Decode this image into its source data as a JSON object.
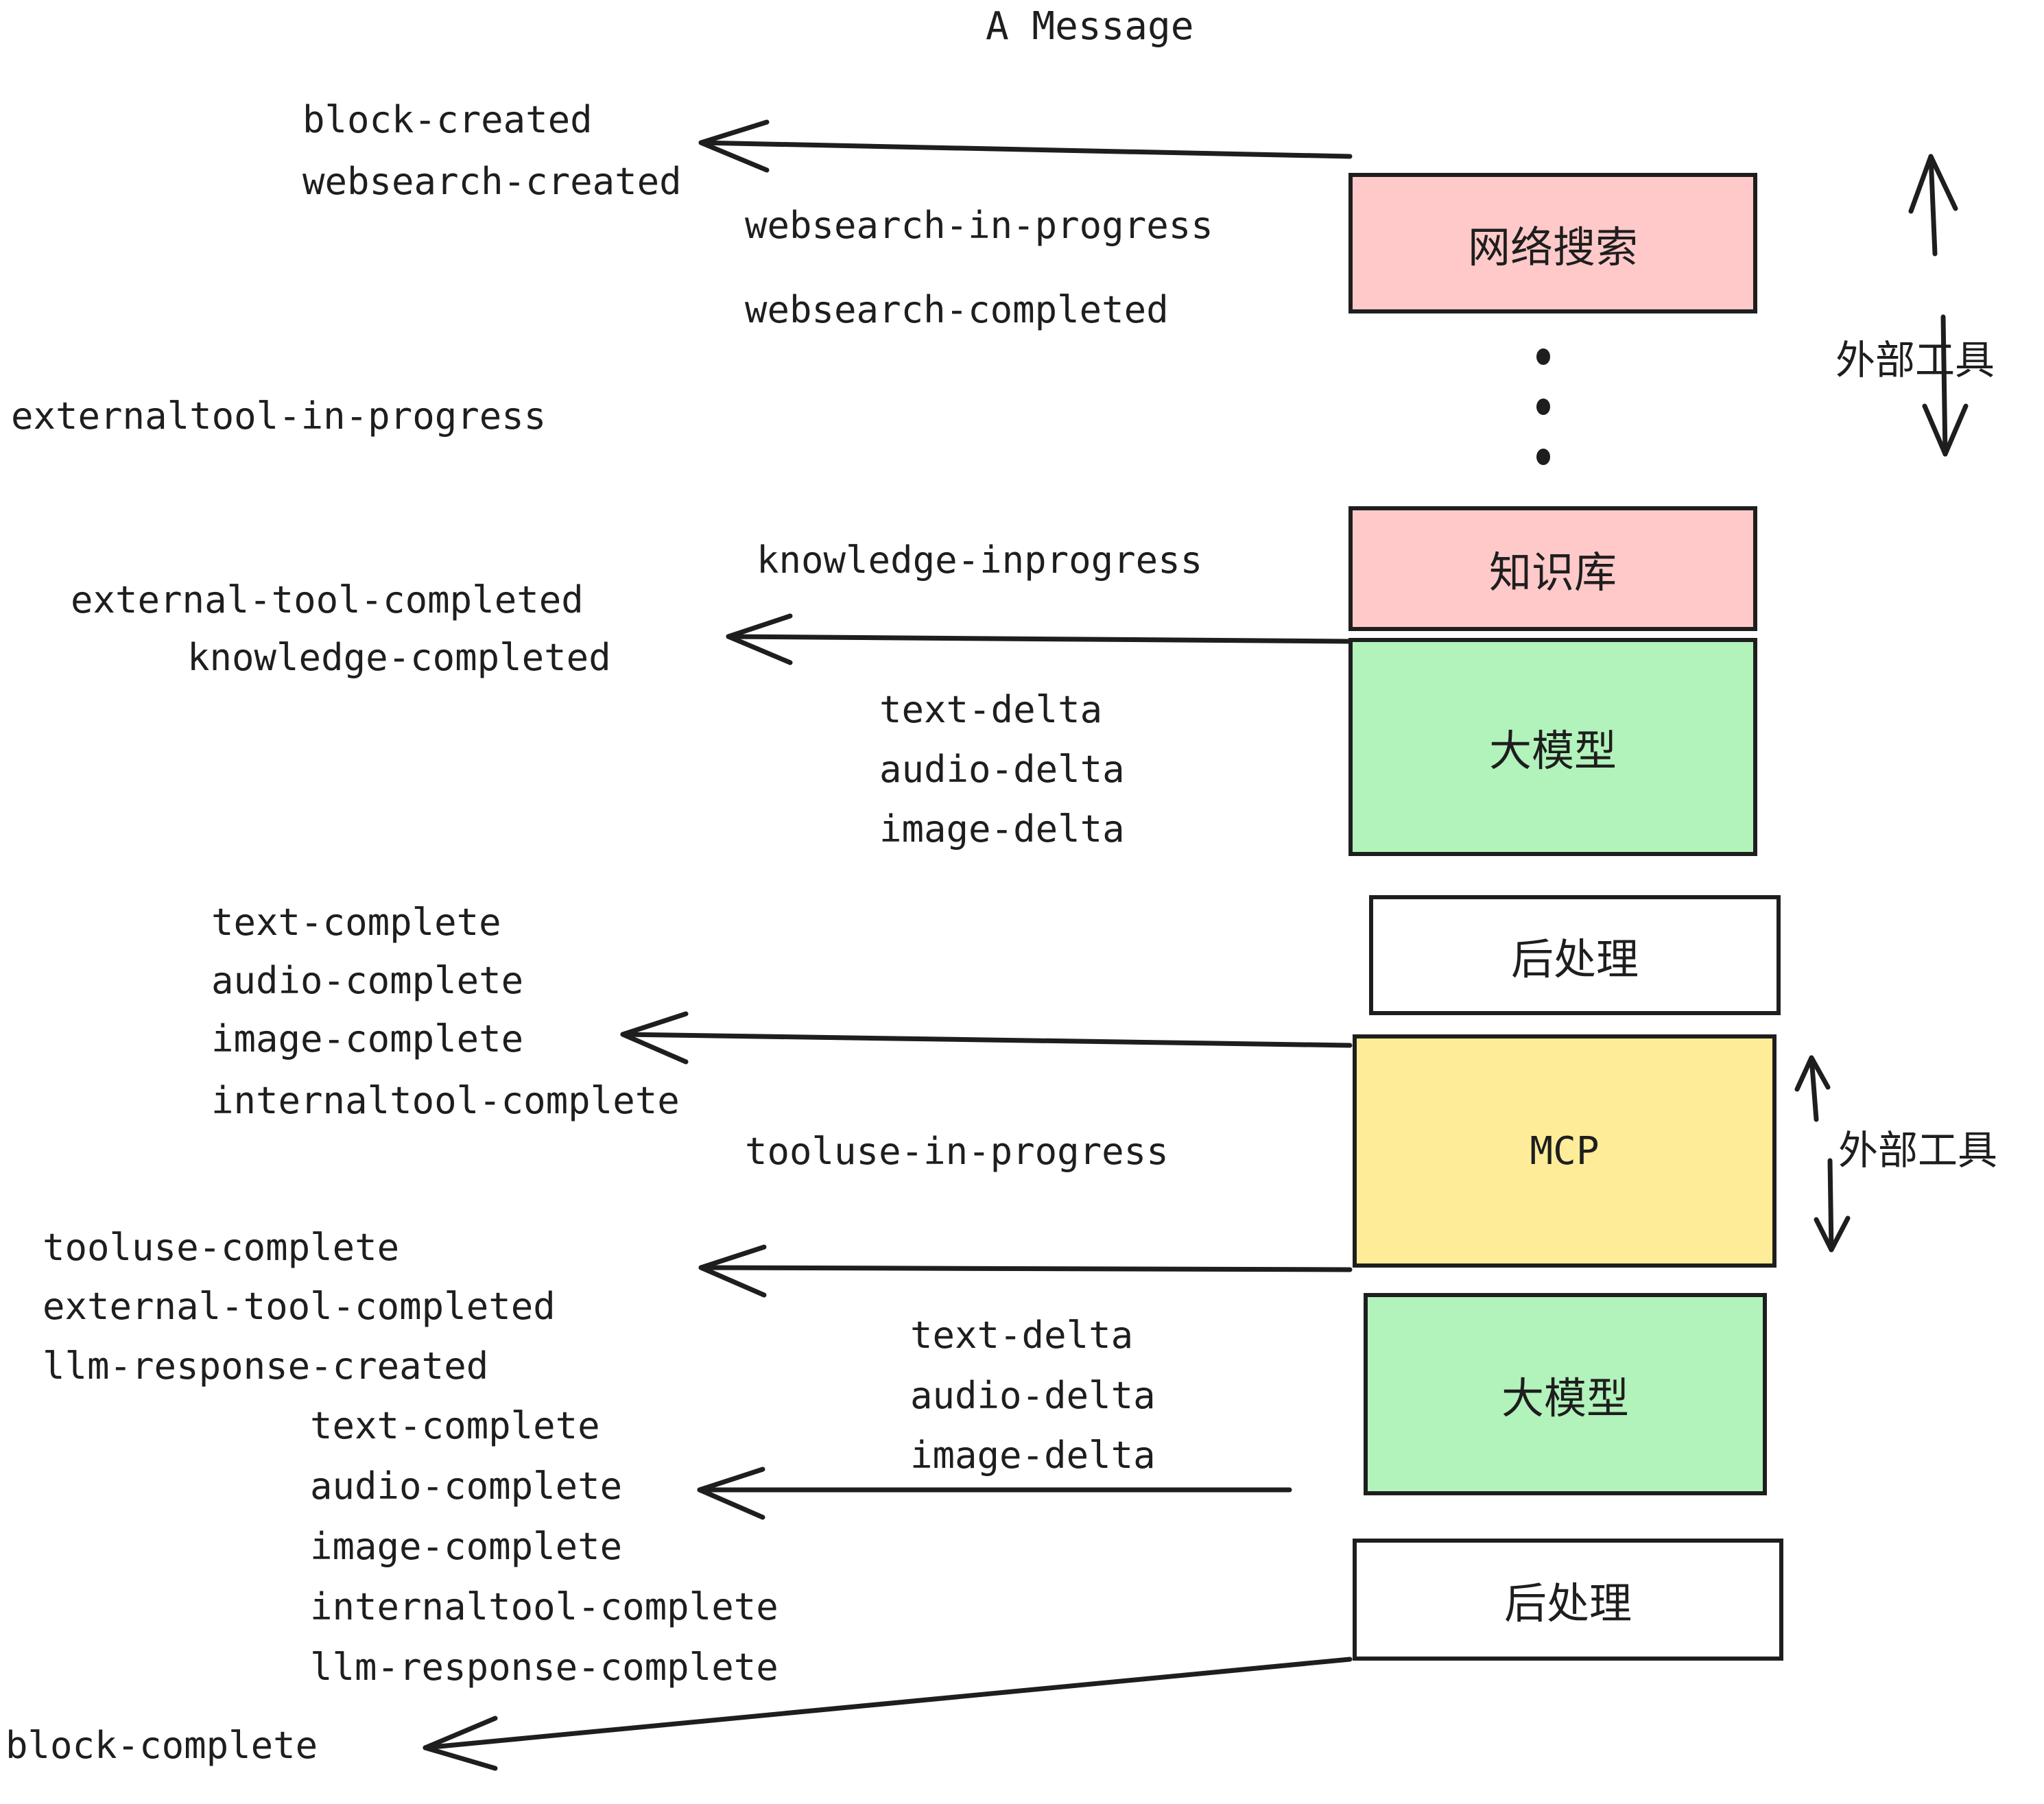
{
  "diagram": {
    "title": "A Message",
    "colors": {
      "stroke": "#1e1e1e",
      "pink": "#ffc9c9",
      "green": "#b2f2bb",
      "yellow": "#ffec99",
      "white": "#ffffff",
      "text": "#1e1e1e"
    },
    "boxes": [
      {
        "id": "websearch",
        "label": "网络搜索",
        "fill": "#ffc9c9"
      },
      {
        "id": "knowledge",
        "label": "知识库",
        "fill": "#ffc9c9"
      },
      {
        "id": "llm-1",
        "label": "大模型",
        "fill": "#b2f2bb"
      },
      {
        "id": "postprocess-1",
        "label": "后处理",
        "fill": "#ffffff"
      },
      {
        "id": "mcp",
        "label": "MCP",
        "fill": "#ffec99"
      },
      {
        "id": "llm-2",
        "label": "大模型",
        "fill": "#b2f2bb"
      },
      {
        "id": "postprocess-2",
        "label": "后处理",
        "fill": "#ffffff"
      }
    ],
    "side_annotations": [
      {
        "id": "external-tools-top",
        "label": "外部工具"
      },
      {
        "id": "external-tools-bottom",
        "label": "外部工具"
      }
    ],
    "events": {
      "block_created": "block-created",
      "websearch_created": "websearch-created",
      "websearch_in_progress": "websearch-in-progress",
      "websearch_completed": "websearch-completed",
      "externaltool_in_progress": "externaltool-in-progress",
      "knowledge_inprogress": "knowledge-inprogress",
      "external_tool_completed_1": "external-tool-completed",
      "knowledge_completed": "knowledge-completed",
      "text_delta_1": "text-delta",
      "audio_delta_1": "audio-delta",
      "image_delta_1": "image-delta",
      "text_complete_1": "text-complete",
      "audio_complete_1": "audio-complete",
      "image_complete_1": "image-complete",
      "internaltool_complete_1": "internaltool-complete",
      "tooluse_in_progress": "tooluse-in-progress",
      "tooluse_complete": "tooluse-complete",
      "external_tool_completed_2": "external-tool-completed",
      "llm_response_created": "llm-response-created",
      "text_delta_2": "text-delta",
      "audio_delta_2": "audio-delta",
      "image_delta_2": "image-delta",
      "text_complete_2": "text-complete",
      "audio_complete_2": "audio-complete",
      "image_complete_2": "image-complete",
      "internaltool_complete_2": "internaltool-complete",
      "llm_response_complete": "llm-response-complete",
      "block_complete": "block-complete"
    }
  }
}
